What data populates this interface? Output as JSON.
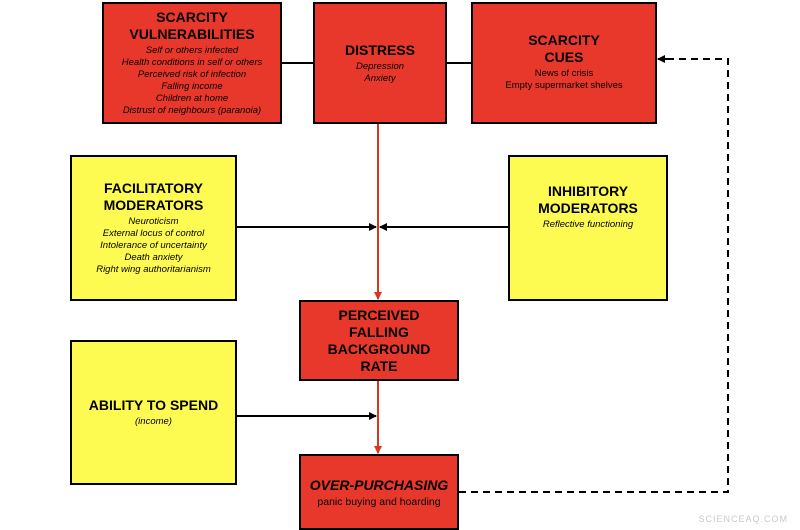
{
  "boxes": {
    "scarcity_vulnerabilities": {
      "title": "SCARCITY VULNERABILITIES",
      "items": [
        "Self or others infected",
        "Health conditions in self or others",
        "Perceived risk of infection",
        "Falling income",
        "Children at home",
        "Distrust of neighbours (paranoia)"
      ],
      "color": "#e8382b"
    },
    "distress": {
      "title": "DISTRESS",
      "items": [
        "Depression",
        "Anxiety"
      ],
      "color": "#e8382b"
    },
    "scarcity_cues": {
      "title": "SCARCITY CUES",
      "items": [
        "News of crisis",
        "Empty supermarket shelves"
      ],
      "color": "#e8382b"
    },
    "facilitatory_moderators": {
      "title": "FACILITATORY MODERATORS",
      "items": [
        "Neuroticism",
        "External locus of control",
        "Intolerance of uncertainty",
        "Death anxiety",
        "Right wing authoritarianism"
      ],
      "color": "#fdfa52"
    },
    "inhibitory_moderators": {
      "title": "INHIBITORY MODERATORS",
      "items": [
        "Reflective functioning"
      ],
      "color": "#fdfa52"
    },
    "perceived_falling_background_rate": {
      "title": "PERCEIVED FALLING BACKGROUND RATE",
      "color": "#e8382b"
    },
    "ability_to_spend": {
      "title": "ABILITY TO SPEND",
      "subtitle": "(income)",
      "color": "#fdfa52"
    },
    "over_purchasing": {
      "title": "OVER-PURCHASING",
      "subtitle": "panic buying and hoarding",
      "color": "#e8382b"
    }
  },
  "arrow_colors": {
    "main_flow": "#d9351f",
    "moderators": "#000000"
  },
  "watermark": "SCIENCEAQ.COM"
}
